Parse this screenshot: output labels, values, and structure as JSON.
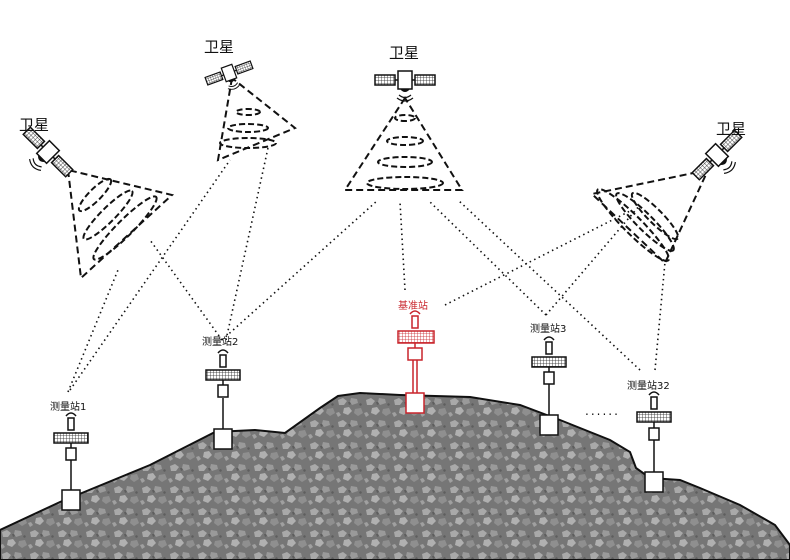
{
  "satellite_label": "卫星",
  "stations": {
    "s1": "测量站1",
    "s2": "测量站2",
    "base": "基准站",
    "s3": "测量站3",
    "s32": "测量站32"
  },
  "ellipsis": "......",
  "colors": {
    "line": "#111111",
    "base_station": "#c8242b",
    "terrain": "#7a7a7a",
    "terrain_patch": "#a6a6a6"
  }
}
